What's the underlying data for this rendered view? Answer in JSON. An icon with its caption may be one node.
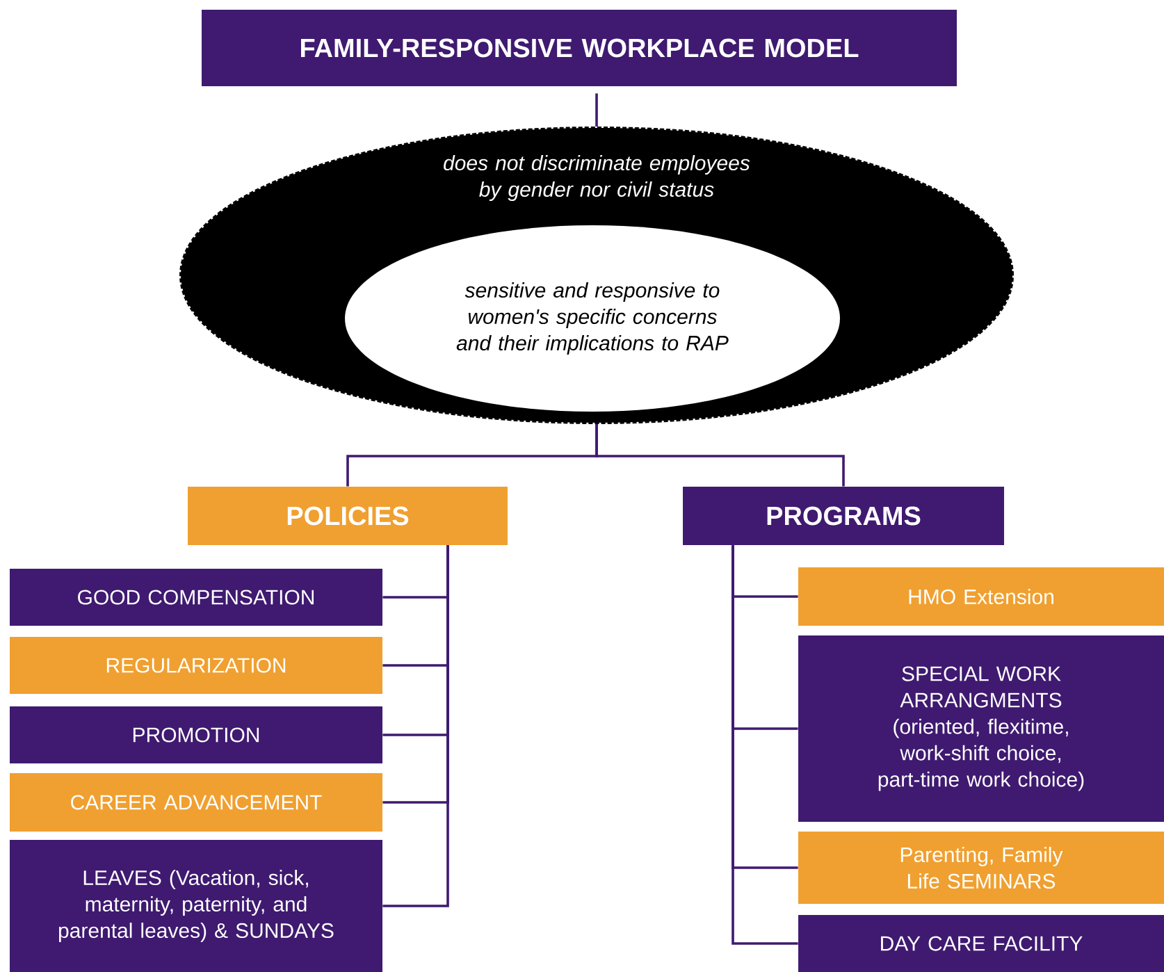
{
  "diagram": {
    "nodes": [
      {
        "text": [
          "FAMILY-RESPONSIVE WORKPLACE  MODEL"
        ]
      },
      {
        "text": [
          "does not discriminate employees by gender nor civil status"
        ]
      },
      {
        "text": [
          "sensitive and responsive to women's specific concerns and their implications to RAP"
        ],
        "in": 1
      },
      {
        "text": [
          "POLICIES"
        ]
      },
      {
        "text": [
          "PROGRAMS"
        ]
      },
      {
        "text": [
          "GOOD COMPENSATION"
        ]
      },
      {
        "text": [
          "REGULARIZATION"
        ]
      },
      {
        "text": [
          "PROMOTION"
        ]
      },
      {
        "text": [
          "CAREER ADVANCEMENT"
        ]
      },
      {
        "text": [
          "LEAVES (Vacation, sick, maternity, paternity, and parental leaves) & SUNDAYS"
        ]
      },
      {
        "text": [
          "HMO Extension"
        ]
      },
      {
        "text": [
          "SPECIAL WORK ARRANGMENTS (oriented, flexitime, work-shift choice, part-time work choice)"
        ]
      },
      {
        "text": [
          "Parenting, Family Life SEMINARS"
        ]
      },
      {
        "text": [
          "DAY CARE FACILITY"
        ]
      }
    ],
    "edges": [
      {
        "from": 0,
        "to": 1,
        "arrow": "none"
      },
      {
        "from": 1,
        "to": 3,
        "arrow": "none"
      },
      {
        "from": 1,
        "to": 4,
        "arrow": "none"
      },
      {
        "from": 3,
        "to": 5,
        "arrow": "none"
      },
      {
        "from": 3,
        "to": 6,
        "arrow": "none"
      },
      {
        "from": 3,
        "to": 7,
        "arrow": "none"
      },
      {
        "from": 3,
        "to": 8,
        "arrow": "none"
      },
      {
        "from": 3,
        "to": 9,
        "arrow": "none"
      },
      {
        "from": 4,
        "to": 10,
        "arrow": "none"
      },
      {
        "from": 4,
        "to": 11,
        "arrow": "none"
      },
      {
        "from": 4,
        "to": 12,
        "arrow": "none"
      },
      {
        "from": 4,
        "to": 13,
        "arrow": "none"
      }
    ]
  }
}
